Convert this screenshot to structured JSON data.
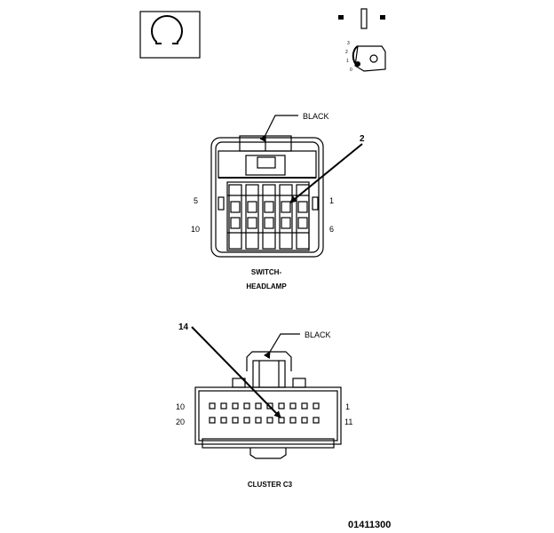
{
  "legend": {
    "terminal_numbers": [
      "3",
      "2",
      "1",
      "0"
    ]
  },
  "switch_headlamp": {
    "color_label": "BLACK",
    "callout": "2",
    "pin_top_left": "5",
    "pin_top_right": "1",
    "pin_bottom_left": "10",
    "pin_bottom_right": "6",
    "name_line1": "SWITCH-",
    "name_line2": "HEADLAMP"
  },
  "cluster_c3": {
    "color_label": "BLACK",
    "callout": "14",
    "pin_top_left": "10",
    "pin_top_right": "1",
    "pin_bottom_left": "20",
    "pin_bottom_right": "11",
    "name": "CLUSTER C3"
  },
  "figure_id": "01411300"
}
